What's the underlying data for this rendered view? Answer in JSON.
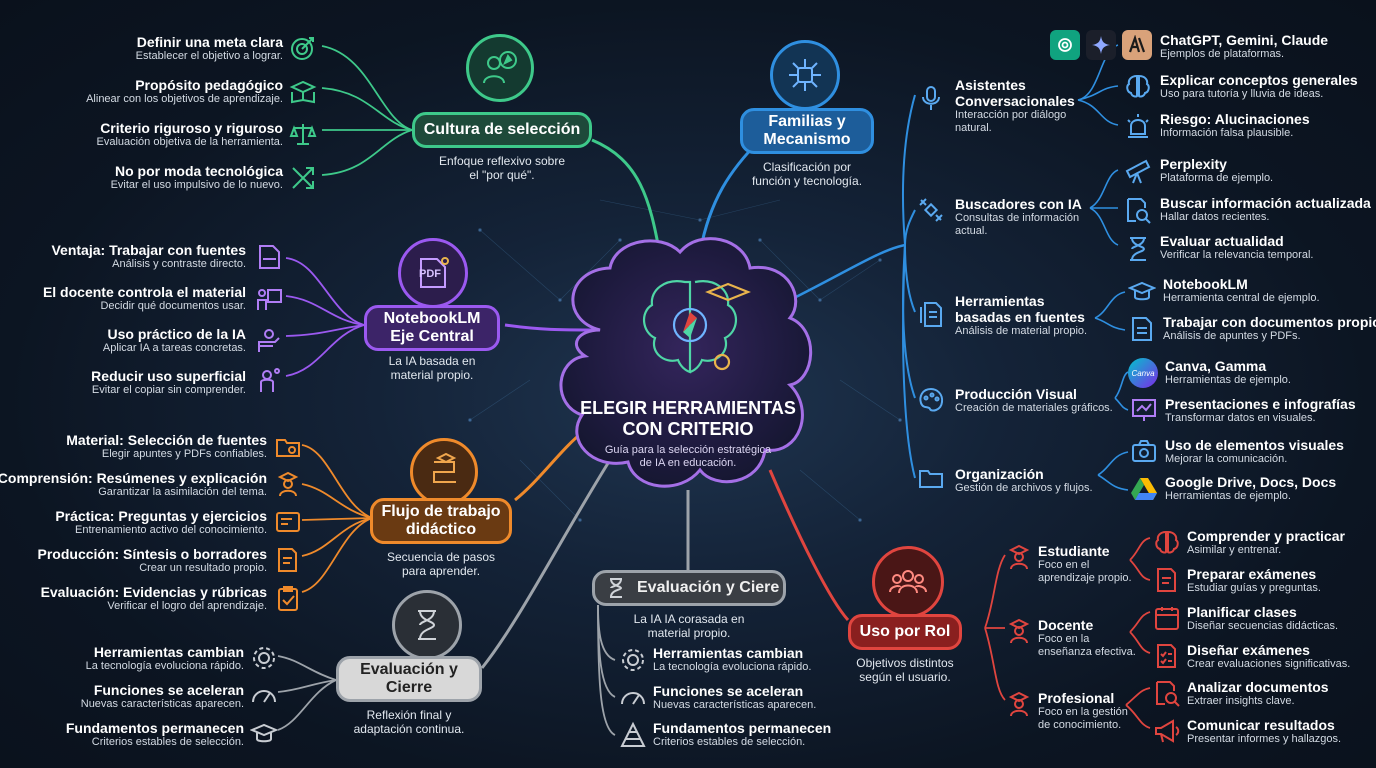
{
  "center": {
    "title_line1": "ELEGIR HERRAMIENTAS",
    "title_line2": "CON CRITERIO",
    "subtitle_line1": "Guía para la selección estratégica",
    "subtitle_line2": "de IA en educación."
  },
  "cultura": {
    "label": "Cultura de selección",
    "desc_line1": "Enfoque reflexivo sobre",
    "desc_line2": "el \"por qué\".",
    "items": [
      {
        "title": "Definir una meta clara",
        "sub": "Establecer el objetivo a lograr.",
        "icon": "target-icon"
      },
      {
        "title": "Propósito pedagógico",
        "sub": "Alinear con los objetivos de aprendizaje.",
        "icon": "graduation-book-icon"
      },
      {
        "title": "Criterio riguroso y riguroso",
        "sub": "Evaluación objetiva de la herramienta.",
        "icon": "scales-icon"
      },
      {
        "title": "No por moda tecnológica",
        "sub": "Evitar el uso impulsivo de lo nuevo.",
        "icon": "crossed-arrows-icon"
      }
    ]
  },
  "notebook": {
    "label_line1": "NotebookLM",
    "label_line2": "Eje Central",
    "badge": "PDF",
    "desc_line1": "La IA basada en",
    "desc_line2": "material propio.",
    "items": [
      {
        "title": "Ventaja: Trabajar con fuentes",
        "sub": "Análisis y contraste directo.",
        "icon": "pdf-icon"
      },
      {
        "title": "El docente controla el material",
        "sub": "Decidir qué documentos usar.",
        "icon": "teacher-board-icon"
      },
      {
        "title": "Uso práctico de la IA",
        "sub": "Aplicar IA a tareas concretas.",
        "icon": "hand-gear-icon"
      },
      {
        "title": "Reducir uso superficial",
        "sub": "Evitar el copiar sin comprender.",
        "icon": "thinking-person-icon"
      }
    ]
  },
  "flujo": {
    "label_line1": "Flujo de trabajo",
    "label_line2": "didáctico",
    "desc_line1": "Secuencia de pasos",
    "desc_line2": "para aprender.",
    "items": [
      {
        "title": "Material: Selección de fuentes",
        "sub": "Elegir apuntes y PDFs confiables.",
        "icon": "folder-search-icon"
      },
      {
        "title": "Comprensión: Resúmenes y explicación",
        "sub": "Garantizar la asimilación del tema.",
        "icon": "student-icon"
      },
      {
        "title": "Práctica: Preguntas y ejercicios",
        "sub": "Entrenamiento activo del conocimiento.",
        "icon": "quiz-icon"
      },
      {
        "title": "Producción: Síntesis o borradores",
        "sub": "Crear un resultado propio.",
        "icon": "document-pen-icon"
      },
      {
        "title": "Evaluación: Evidencias y rúbricas",
        "sub": "Verificar el logro del aprendizaje.",
        "icon": "clipboard-check-icon"
      }
    ]
  },
  "cierre_left": {
    "label_line1": "Evaluación y",
    "label_line2": "Cierre",
    "desc_line1": "Reflexión final y",
    "desc_line2": "adaptación continua.",
    "items": [
      {
        "title": "Herramientas cambian",
        "sub": "La tecnología evoluciona rápido.",
        "icon": "gear-icon"
      },
      {
        "title": "Funciones se aceleran",
        "sub": "Nuevas características aparecen.",
        "icon": "speedometer-icon"
      },
      {
        "title": "Fundamentos permanecen",
        "sub": "Criterios estables de selección.",
        "icon": "graduation-cap-icon"
      }
    ]
  },
  "cierre_center": {
    "label": "Evaluación y Ciere",
    "desc_line1": "La IA IA corasada en",
    "desc_line2": "material propio.",
    "items": [
      {
        "title": "Herramientas cambian",
        "sub": "La tecnología evoluciona rápido.",
        "icon": "gear-icon"
      },
      {
        "title": "Funciones se aceleran",
        "sub": "Nuevas características aparecen.",
        "icon": "speedometer-icon"
      },
      {
        "title": "Fundamentos permanecen",
        "sub": "Criterios estables de selección.",
        "icon": "pyramid-icon"
      }
    ]
  },
  "familias": {
    "label_line1": "Familias y",
    "label_line2": "Mecanismo",
    "desc_line1": "Clasificación por",
    "desc_line2": "función y tecnología.",
    "groups": [
      {
        "title_line1": "Asistentes",
        "title_line2": "Conversacionales",
        "sub_line1": "Interacción por diálogo",
        "sub_line2": "natural.",
        "icon": "microphone-icon"
      },
      {
        "title_line1": "Buscadores con IA",
        "title_line2": "",
        "sub_line1": "Consultas de información",
        "sub_line2": "actual.",
        "icon": "satellite-icon"
      },
      {
        "title_line1": "Herramientas",
        "title_line2": "basadas en fuentes",
        "sub_line1": "Análisis de material propio.",
        "sub_line2": "",
        "icon": "documents-icon"
      },
      {
        "title_line1": "Producción Visual",
        "title_line2": "",
        "sub_line1": "Creación de materiales gráficos.",
        "sub_line2": "",
        "icon": "palette-icon"
      },
      {
        "title_line1": "Organización",
        "title_line2": "",
        "sub_line1": "Gestión de archivos y flujos.",
        "sub_line2": "",
        "icon": "folder-icon"
      }
    ],
    "leaves": [
      {
        "title": "ChatGPT, Gemini, Claude",
        "sub": "Ejemplos de plataformas.",
        "icon": "platform-logos-icon"
      },
      {
        "title": "Explicar conceptos generales",
        "sub": "Uso para tutoría y lluvia de ideas.",
        "icon": "brain-icon"
      },
      {
        "title": "Riesgo: Alucinaciones",
        "sub": "Información falsa plausible.",
        "icon": "alarm-icon"
      },
      {
        "title": "Perplexity",
        "sub": "Plataforma de ejemplo.",
        "icon": "telescope-icon"
      },
      {
        "title": "Buscar información actualizada",
        "sub": "Hallar datos recientes.",
        "icon": "search-doc-icon"
      },
      {
        "title": "Evaluar actualidad",
        "sub": "Verificar la relevancia temporal.",
        "icon": "hourglass-icon"
      },
      {
        "title": "NotebookLM",
        "sub": "Herramienta central de ejemplo.",
        "icon": "graduation-cap-icon"
      },
      {
        "title": "Trabajar con documentos propios",
        "sub": "Análisis de apuntes y PDFs.",
        "icon": "document-icon"
      },
      {
        "title": "Canva, Gamma",
        "sub": "Herramientas de ejemplo.",
        "icon": "canva-logo-icon"
      },
      {
        "title": "Presentaciones e infografías",
        "sub": "Transformar datos en visuales.",
        "icon": "presentation-icon"
      },
      {
        "title": "Uso de elementos visuales",
        "sub": "Mejorar la comunicación.",
        "icon": "camera-icon"
      },
      {
        "title": "Google Drive, Docs, Docs",
        "sub": "Herramientas de ejemplo.",
        "icon": "drive-logo-icon"
      }
    ],
    "logo_texts": {
      "canva": "Canva"
    }
  },
  "rol": {
    "label": "Uso por Rol",
    "desc_line1": "Objetivos distintos",
    "desc_line2": "según el usuario.",
    "roles": [
      {
        "title": "Estudiante",
        "sub_line1": "Foco en el",
        "sub_line2": "aprendizaje propio.",
        "icon": "student-icon"
      },
      {
        "title": "Docente",
        "sub_line1": "Foco en la",
        "sub_line2": "enseñanza efectiva.",
        "icon": "teacher-icon"
      },
      {
        "title": "Profesional",
        "sub_line1": "Foco en la gestión",
        "sub_line2": "de conocimiento.",
        "icon": "professional-icon"
      }
    ],
    "leaves": [
      {
        "title": "Comprender y practicar",
        "sub": "Asimilar y entrenar.",
        "icon": "brain-icon"
      },
      {
        "title": "Preparar exámenes",
        "sub": "Estudiar guías y preguntas.",
        "icon": "exam-icon"
      },
      {
        "title": "Planificar clases",
        "sub": "Diseñar secuencias didácticas.",
        "icon": "planner-icon"
      },
      {
        "title": "Diseñar exámenes",
        "sub": "Crear evaluaciones significativas.",
        "icon": "checklist-icon"
      },
      {
        "title": "Analizar documentos",
        "sub": "Extraer insights clave.",
        "icon": "search-doc-icon"
      },
      {
        "title": "Comunicar resultados",
        "sub": "Presentar informes y hallazgos.",
        "icon": "megaphone-icon"
      }
    ]
  },
  "colors": {
    "green": "#3ec98a",
    "purple": "#9b59f0",
    "orange": "#ef8a2b",
    "gray": "#9da3aa",
    "blue": "#2f8fe0",
    "red": "#e0453f",
    "cloud": "#a46fe6"
  }
}
